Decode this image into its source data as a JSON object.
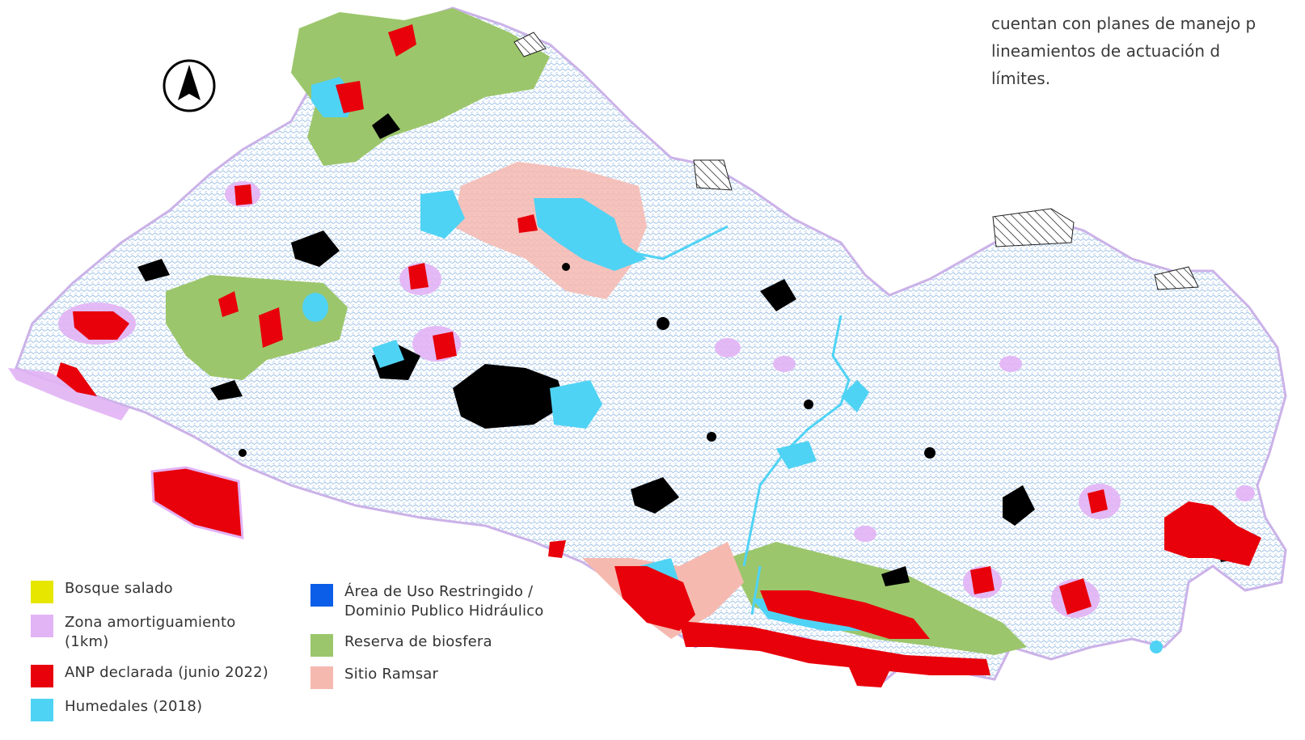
{
  "caption": {
    "lines": [
      "cuentan con planes de manejo p",
      "lineamientos de actuación d",
      "límites."
    ]
  },
  "north_arrow": {
    "icon": "north-arrow-icon"
  },
  "legend": {
    "items": [
      {
        "label": "Bosque salado",
        "color": "#e6e600"
      },
      {
        "label": "Zona amortiguamiento (1km)",
        "color": "#e2b3f5"
      },
      {
        "label": "ANP declarada (junio 2022)",
        "color": "#e8000b"
      },
      {
        "label": "Humedales (2018)",
        "color": "#4fd3f5"
      },
      {
        "label": "Área de Uso Restringido / Dominio Publico Hidráulico",
        "color": "#0a5ee8"
      },
      {
        "label": "Reserva de biosfera",
        "color": "#9cc66c"
      },
      {
        "label": "Sitio Ramsar",
        "color": "#f6b9b0"
      }
    ]
  },
  "colors": {
    "urban": "#000000",
    "drainage": "#a9c7e9",
    "background": "#ffffff"
  }
}
